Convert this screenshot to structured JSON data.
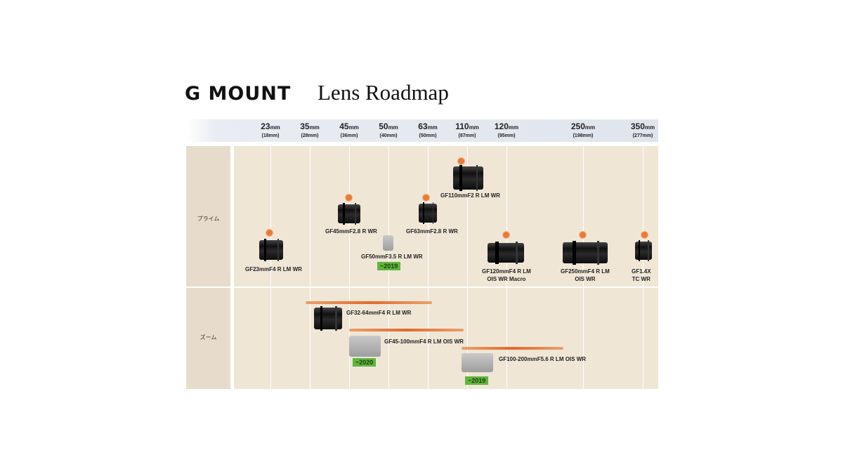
{
  "title": {
    "brand": "G MOUNT",
    "rest": "Lens Roadmap"
  },
  "focal_lengths": [
    {
      "label": "23",
      "unit": "mm",
      "equiv": "(18mm)"
    },
    {
      "label": "35",
      "unit": "mm",
      "equiv": "(28mm)"
    },
    {
      "label": "45",
      "unit": "mm",
      "equiv": "(36mm)"
    },
    {
      "label": "50",
      "unit": "mm",
      "equiv": "(40mm)"
    },
    {
      "label": "63",
      "unit": "mm",
      "equiv": "(50mm)"
    },
    {
      "label": "110",
      "unit": "mm",
      "equiv": "(87mm)"
    },
    {
      "label": "120",
      "unit": "mm",
      "equiv": "(95mm)"
    },
    {
      "label": "250",
      "unit": "mm",
      "equiv": "(198mm)"
    },
    {
      "label": "350",
      "unit": "mm",
      "equiv": "(277mm)"
    }
  ],
  "categories": {
    "prime": "プライム",
    "zoom": "ズーム"
  },
  "prime_lenses": [
    {
      "id": "gf23",
      "name": "GF23mmF4 R LM WR",
      "released": true
    },
    {
      "id": "gf45",
      "name": "GF45mmF2.8 R WR",
      "released": true
    },
    {
      "id": "gf50",
      "name": "GF50mmF3.5 R  LM WR",
      "released": false,
      "year": "~2019"
    },
    {
      "id": "gf63",
      "name": "GF63mmF2.8 R WR",
      "released": true
    },
    {
      "id": "gf110",
      "name": "GF110mmF2 R LM WR",
      "released": true
    },
    {
      "id": "gf120",
      "name": "GF120mmF4 R LM",
      "name2": "OIS WR Macro",
      "released": true
    },
    {
      "id": "gf250",
      "name": "GF250mmF4 R LM",
      "name2": "OIS WR",
      "released": true
    },
    {
      "id": "gf14x",
      "name": "GF1.4X",
      "name2": "TC WR",
      "released": true
    }
  ],
  "zoom_lenses": [
    {
      "id": "gf3264",
      "name": "GF32-64mmF4 R LM WR",
      "released": true
    },
    {
      "id": "gf45100",
      "name": "GF45-100mmF4 R LM OIS WR",
      "released": false,
      "year": "~2020"
    },
    {
      "id": "gf100200",
      "name": "GF100-200mmF5.6 R LM OIS WR",
      "released": false,
      "year": "~2019"
    }
  ],
  "colors": {
    "background": "#efe6d6",
    "release_dot": "#e97b36",
    "zoom_bar": "#e3692a",
    "year_badge": "#5fb53d"
  }
}
